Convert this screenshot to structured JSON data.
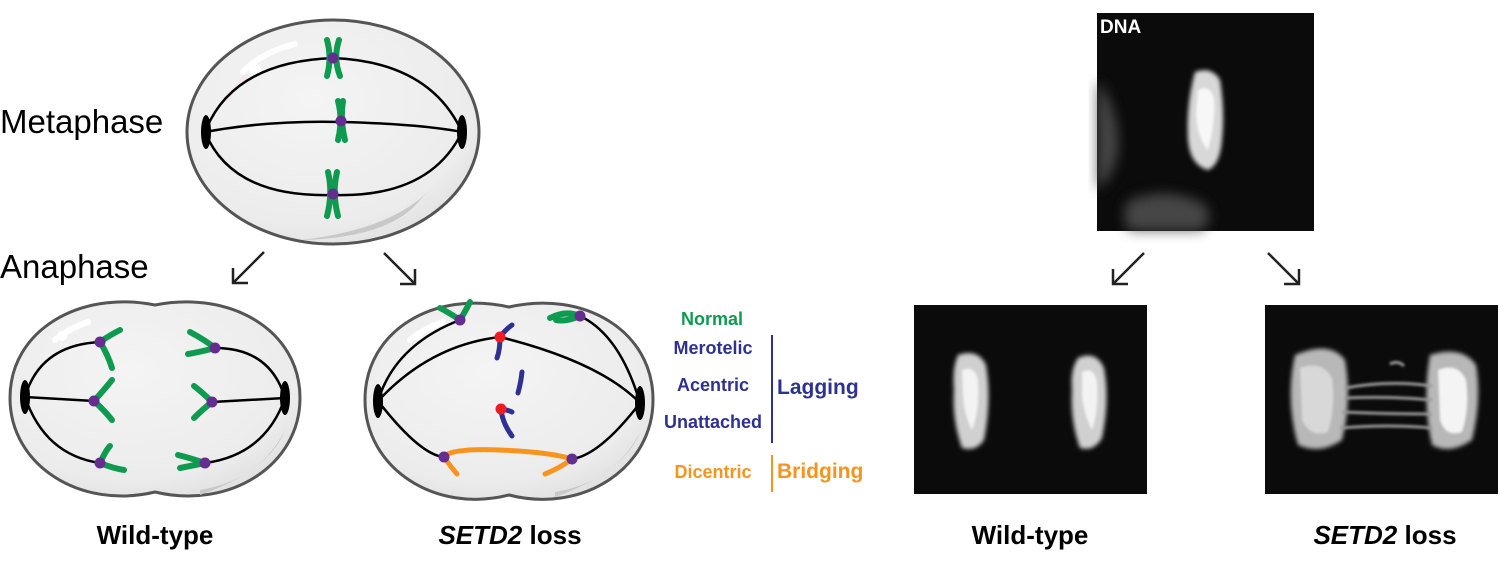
{
  "stage_labels": {
    "metaphase": "Metaphase",
    "anaphase": "Anaphase"
  },
  "captions": {
    "diagram_wild_type": "Wild-type",
    "diagram_setd2_gene": "SETD2",
    "diagram_setd2_suffix": " loss",
    "micro_wild_type": "Wild-type",
    "micro_setd2_gene": "SETD2",
    "micro_setd2_suffix": " loss"
  },
  "legend": {
    "normal": "Normal",
    "merotelic": "Merotelic",
    "acentric": "Acentric",
    "unattached": "Unattached",
    "lagging": "Lagging",
    "dicentric": "Dicentric",
    "bridging": "Bridging"
  },
  "micrograph": {
    "stain_label": "DNA"
  },
  "colors": {
    "normal_chromosome": "#0f9b4f",
    "lagging_chromosome": "#2e3192",
    "bridging_chromosome": "#f7941d",
    "kinetochore": "#662d91",
    "merotelic_kinetochore": "#ed1c24",
    "cell_fill": "#ececec",
    "cell_outline": "#555555"
  }
}
